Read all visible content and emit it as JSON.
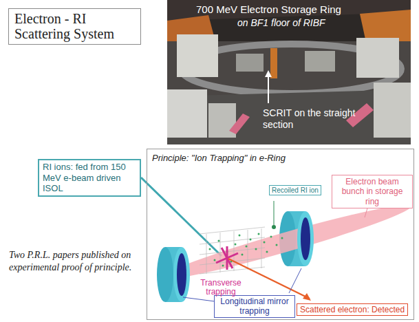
{
  "diagram": {
    "nodes": [
      {
        "text": [
          "Electron - RI Scattering System"
        ]
      },
      {
        "text": [
          "RI ions: fed from 150 MeV e-beam driven ISOL"
        ]
      },
      {
        "text": [
          "Principle:  \"Ion Trapping\" in e-Ring"
        ]
      },
      {
        "text": [
          "Recoiled RI ion"
        ],
        "in": 2
      },
      {
        "text": [
          "Electron beam bunch in storage ring"
        ],
        "in": 2
      },
      {
        "text": [
          "Longitudinal mirror trapping"
        ],
        "in": 2
      },
      {
        "text": [
          "Scattered electron: Detected"
        ],
        "in": 2
      }
    ],
    "labels": [
      "700 MeV Electron Storage Ring",
      "on BF1 floor of RIBF",
      "SCRIT on the straight section",
      "Transverse trapping",
      "Two P.R.L. papers published on experimental proof of principle."
    ]
  }
}
